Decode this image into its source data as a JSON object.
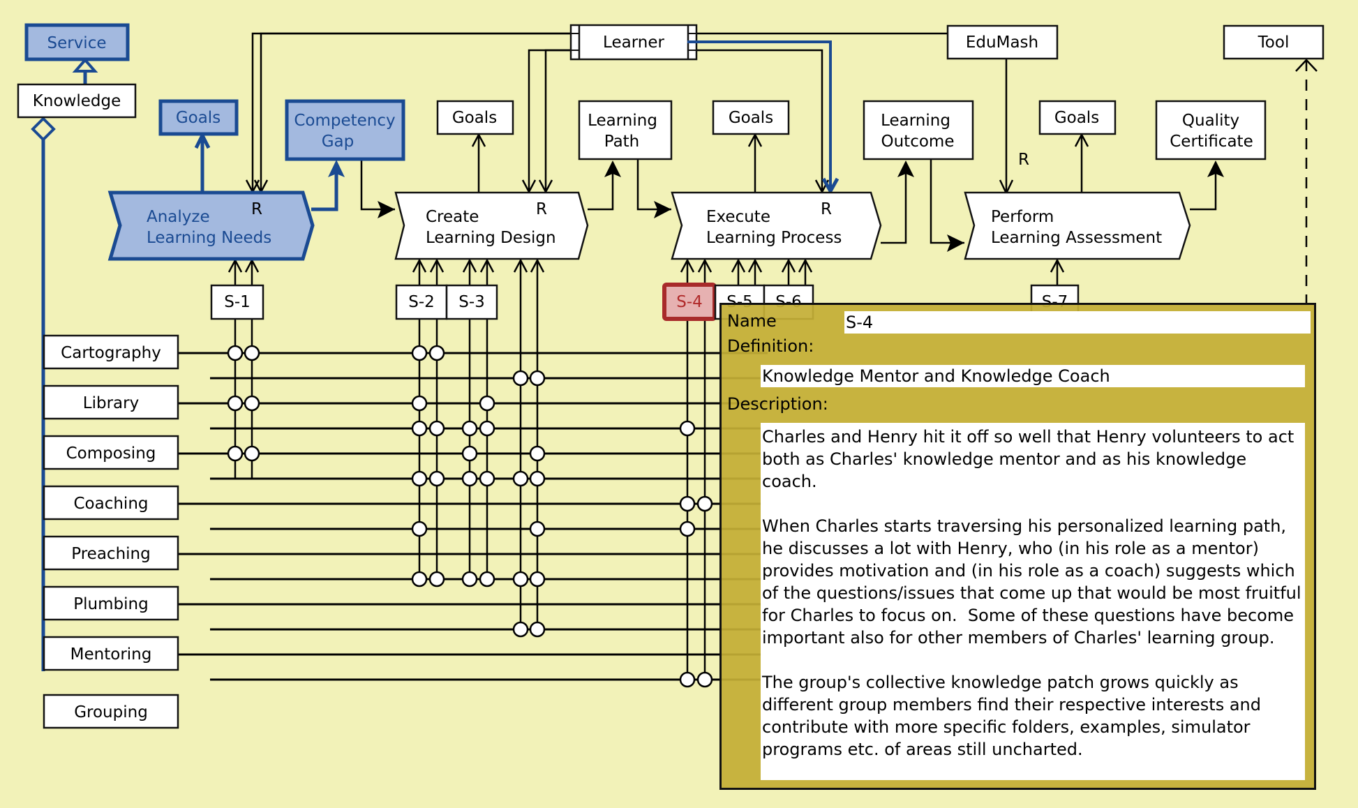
{
  "diagram": {
    "colors": {
      "background": "#f2f2b8",
      "highlight_fill": "#a3b9df",
      "highlight_stroke": "#1a4a92",
      "selected_fill": "#e6b1b1",
      "selected_stroke": "#a82a2a",
      "panel_fill": "#c4ae36"
    },
    "hierarchy": {
      "service": "Service",
      "knowledge": "Knowledge"
    },
    "processes": [
      {
        "line1": "Analyze",
        "line2": "Learning Needs",
        "role_marker": "R",
        "highlighted": true
      },
      {
        "line1": "Create",
        "line2": "Learning Design",
        "role_marker": "R",
        "highlighted": false
      },
      {
        "line1": "Execute",
        "line2": "Learning Process",
        "role_marker": "R",
        "highlighted": false
      },
      {
        "line1": "Perform",
        "line2": "Learning Assessment",
        "role_marker": "",
        "highlighted": false
      }
    ],
    "artifacts": {
      "goals_1": "Goals",
      "competency_gap": [
        "Competency",
        "Gap"
      ],
      "goals_2": "Goals",
      "learning_path": [
        "Learning",
        "Path"
      ],
      "goals_3": "Goals",
      "learning_outcome": [
        "Learning",
        "Outcome"
      ],
      "goals_4": "Goals",
      "quality_certificate": [
        "Quality",
        "Certificate"
      ]
    },
    "actors": {
      "learner": "Learner",
      "edumash": "EduMash",
      "edumash_role_marker": "R",
      "tool": "Tool"
    },
    "scenarios": [
      "S-1",
      "S-2",
      "S-3",
      "S-4",
      "S-5",
      "S-6",
      "S-7"
    ],
    "selected_scenario": "S-4",
    "services": [
      "Cartography",
      "Library",
      "Composing",
      "Coaching",
      "Preaching",
      "Plumbing",
      "Mentoring",
      "Grouping"
    ]
  },
  "details_panel": {
    "name_label": "Name",
    "name_value": "S-4",
    "definition_label": "Definition:",
    "definition_value": "Knowledge Mentor and Knowledge Coach",
    "description_label": "Description:",
    "description_paragraphs": [
      "Charles and Henry hit it off so well that Henry volunteers to act both as Charles' knowledge mentor and as his knowledge coach.",
      "When Charles starts traversing his personalized learning path, he discusses a lot with Henry, who (in his role as a mentor) provides motivation and (in his role as a coach) suggests which of the questions/issues that come up that would be most fruitful for Charles to focus on.  Some of these questions have become important also for other members of Charles' learning group.",
      "The group's collective knowledge patch grows quickly as different group members find their respective interests and contribute with more specific folders, examples, simulator programs etc. of areas still uncharted."
    ]
  }
}
